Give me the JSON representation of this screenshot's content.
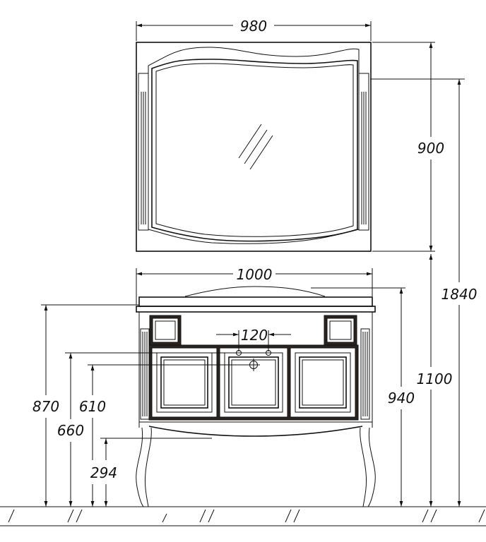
{
  "dimensions": {
    "mirror_width": "980",
    "mirror_height": "900",
    "cabinet_width": "1000",
    "faucet_spacing": "120",
    "total_height": "1840",
    "mirror_bottom_height": "1100",
    "cabinet_height": "870",
    "cabinet_back_height": "940",
    "siphon_height_1": "610",
    "siphon_height_2": "660",
    "leg_height": "294"
  },
  "colors": {
    "line": "#111111",
    "cabinet_frame": "#2a2420",
    "background": "#ffffff"
  }
}
